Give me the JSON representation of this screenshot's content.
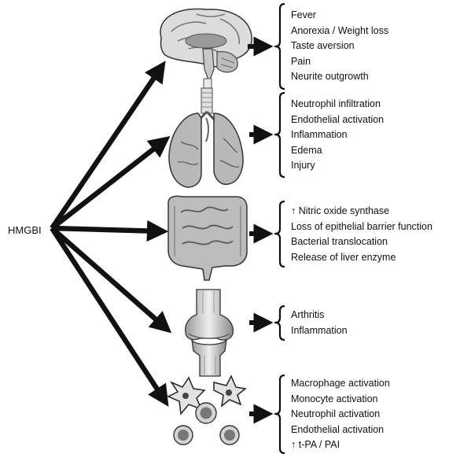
{
  "source": {
    "label": "HMGBI"
  },
  "targets": [
    {
      "organ_icon": "brain-icon",
      "effects": [
        "Fever",
        "Anorexia / Weight loss",
        "Taste aversion",
        "Pain",
        "Neurite outgrowth"
      ]
    },
    {
      "organ_icon": "lungs-icon",
      "effects": [
        "Neutrophil infiltration",
        "Endothelial activation",
        "Inflammation",
        "Edema",
        "Injury"
      ]
    },
    {
      "organ_icon": "intestine-icon",
      "effects": [
        "↑ Nitric oxide synthase",
        "Loss of epithelial barrier function",
        "Bacterial translocation",
        "Release of liver enzyme"
      ]
    },
    {
      "organ_icon": "knee-joint-icon",
      "effects": [
        "Arthritis",
        "Inflammation"
      ]
    },
    {
      "organ_icon": "immune-cells-icon",
      "effects": [
        "Macrophage activation",
        "Monocyte activation",
        "Neutrophil activation",
        "Endothelial activation",
        "↑ t-PA / PAI"
      ]
    }
  ],
  "colors": {
    "ink": "#111111",
    "organ_light": "#e6e6e6",
    "organ_mid": "#b5b5b5",
    "organ_dark": "#6e6e6e"
  }
}
